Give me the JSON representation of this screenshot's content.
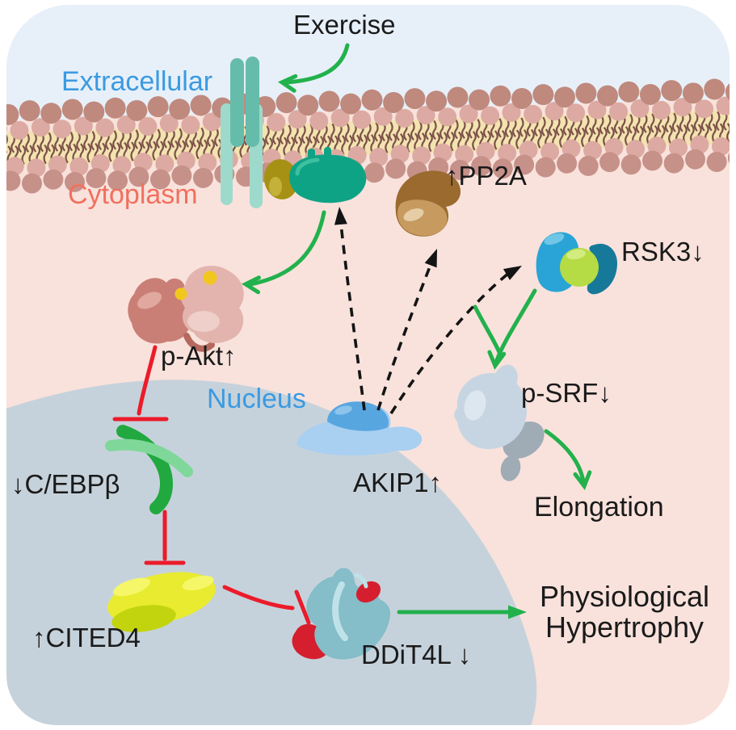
{
  "figure": {
    "type": "cell-signaling-pathway-diagram",
    "labels": {
      "exercise": "Exercise",
      "extracellular": "Extracellular",
      "cytoplasm": "Cytoplasm",
      "nucleus": "Nucleus",
      "pp2a": "↑PP2A",
      "rsk3": "RSK3↓",
      "p_akt": "p-Akt↑",
      "akip1": "AKIP1↑",
      "p_srf": "p-SRF↓",
      "elongation": "Elongation",
      "cebpb": "↓C/EBPβ",
      "cited4": "↑CITED4",
      "ddit4l": "DDiT4L ↓",
      "physiological_line1": "Physiological",
      "physiological_line2": "Hypertrophy"
    }
  },
  "colors": {
    "extracellular_bg": "#e7f0f9",
    "cytoplasm_bg": "#f9e2dc",
    "nucleus_bg": "#c6d2db",
    "membrane_head_dark": "#bf897d",
    "membrane_head_dark2": "#c69189",
    "membrane_head_light": "#dcaaa2",
    "membrane_core": "#f2e3b0",
    "membrane_tail": "#7d5048",
    "receptor_dark_teal": "#66bcab",
    "receptor_light_teal": "#9edacb",
    "adapter_olive": "#a69114",
    "g_protein_green": "#0fa385",
    "pp2a_dark": "#9a6a2e",
    "pp2a_light": "#c79a60",
    "p_akt_dark": "#ca7f76",
    "p_akt_light": "#e3b4ae",
    "phosphate_yellow": "#f2c71d",
    "rsk3_blue": "#2aa4d6",
    "rsk3_lime": "#b5dc44",
    "rsk3_teal": "#17799a",
    "akip1_light": "#a9cff1",
    "akip1_dark": "#58a6e0",
    "p_srf_light": "#c7d5e2",
    "p_srf_gray": "#9fabb5",
    "cebpb_dark_green": "#21a93f",
    "cebpb_light_green": "#7fd89a",
    "cited4_yellow": "#e9eb30",
    "cited4_olive": "#c2d40e",
    "ddit4l_teal": "#85bdc9",
    "ddit4l_red": "#d51f2f",
    "green_arrow": "#22b14c",
    "red_inhibition": "#ec1b2a",
    "dashed_arrow_black": "#141414",
    "label_blue": "#3b9ae1",
    "label_salmon": "#f1705e",
    "label_black": "#1a1a1a"
  }
}
